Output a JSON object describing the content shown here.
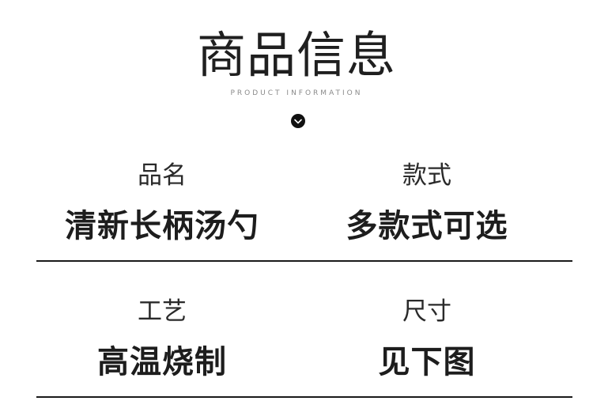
{
  "header": {
    "title": "商品信息",
    "subtitle": "PRODUCT INFORMATION",
    "chevron_icon": "chevron-down-icon"
  },
  "info": {
    "name": {
      "label": "品名",
      "value": "清新长柄汤勺"
    },
    "style": {
      "label": "款式",
      "value": "多款式可选"
    },
    "craft": {
      "label": "工艺",
      "value": "高温烧制"
    },
    "size": {
      "label": "尺寸",
      "value": "见下图"
    }
  },
  "colors": {
    "text": "#1d1d1d",
    "subtitle": "#8a8a8a",
    "divider": "#1a1a1a",
    "background": "#ffffff"
  }
}
